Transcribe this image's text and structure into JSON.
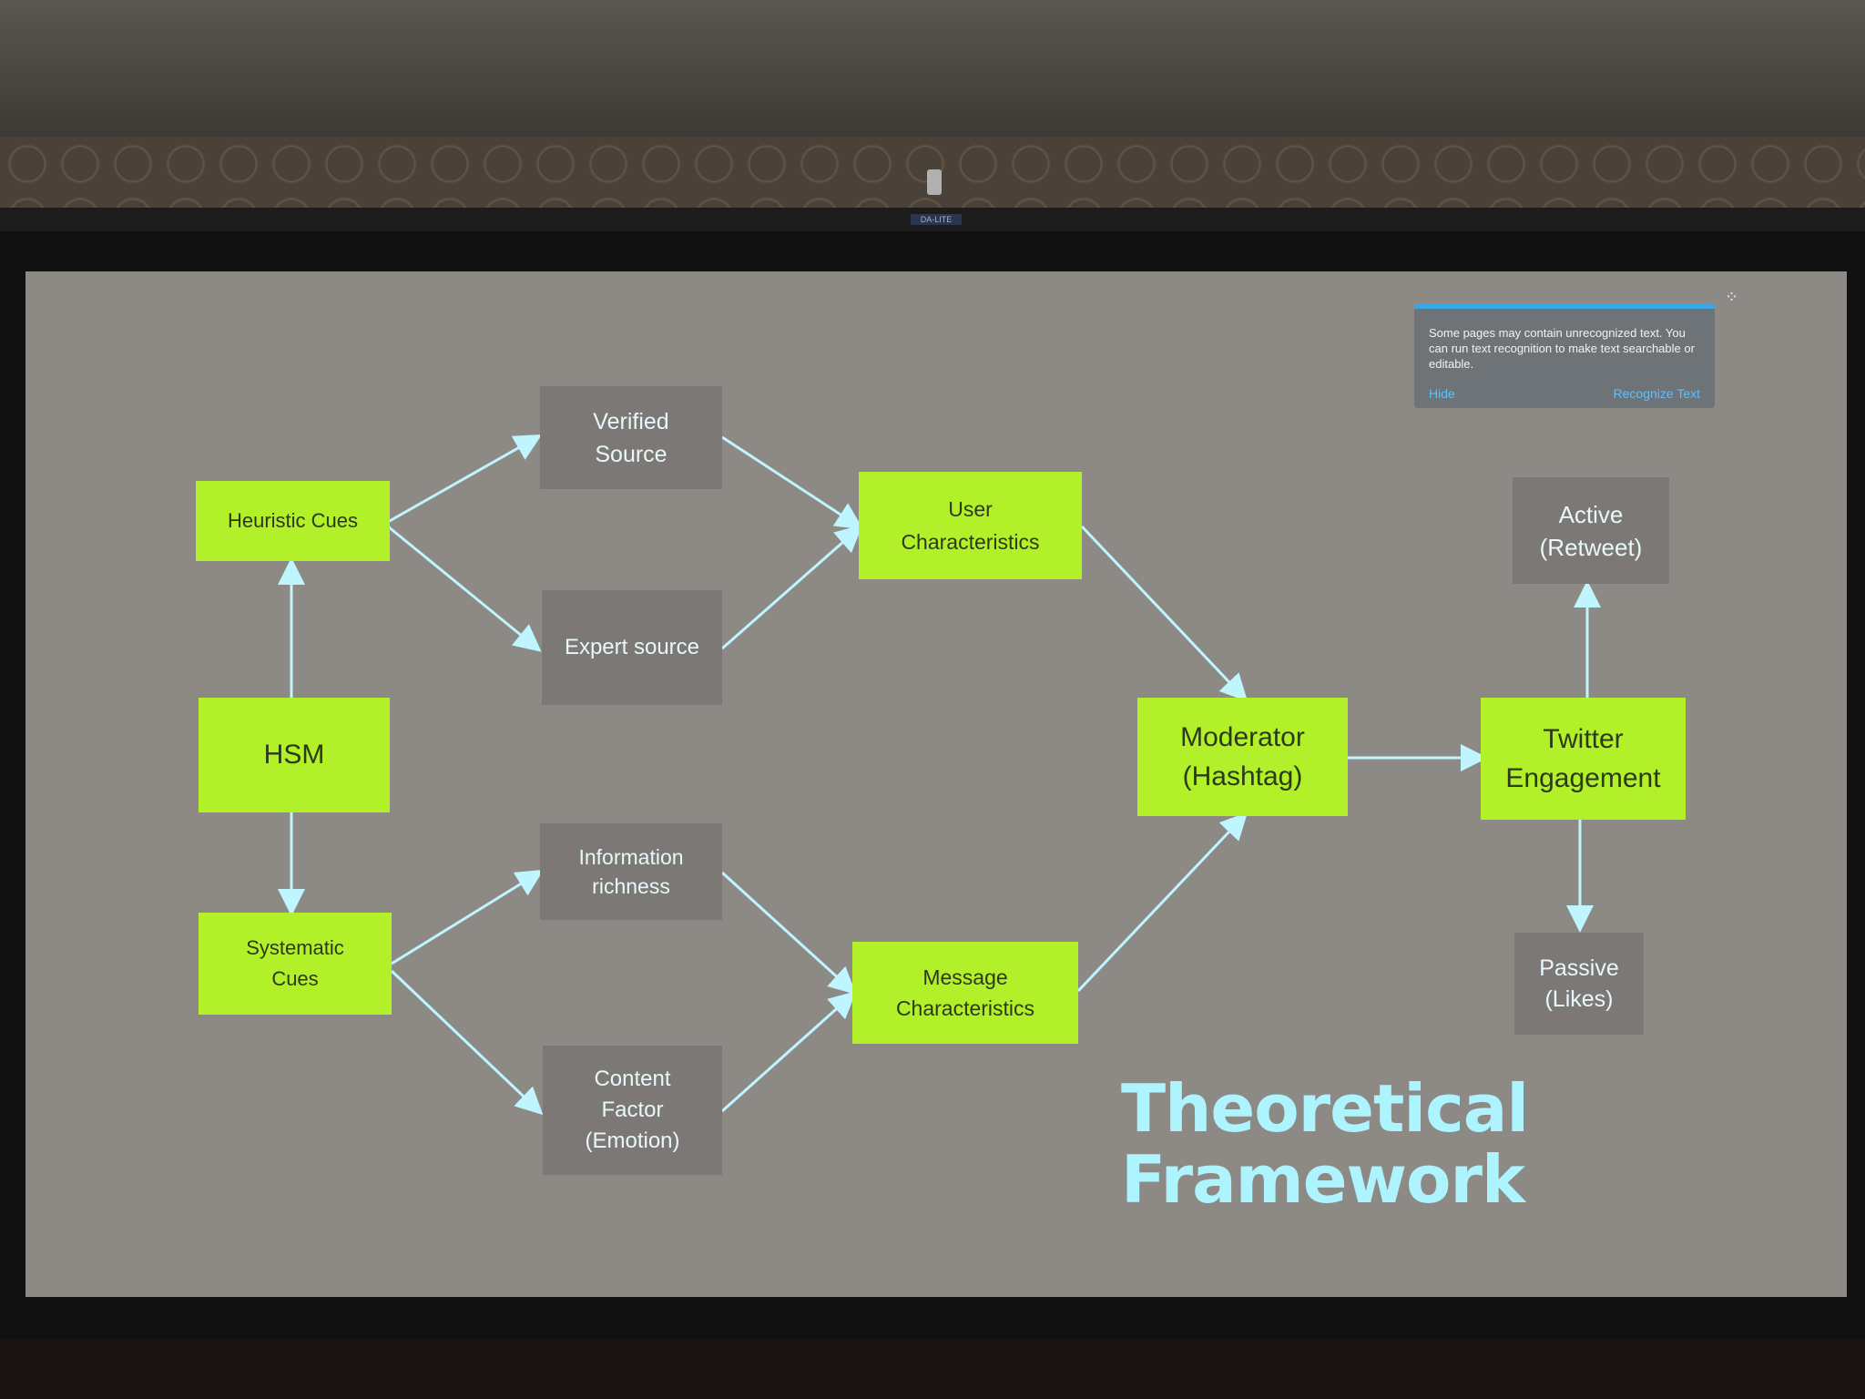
{
  "projector": {
    "brand": "DA-LITE"
  },
  "notice": {
    "message": "Some pages may contain unrecognized text. You can run text recognition to make text searchable or editable.",
    "hide_label": "Hide",
    "recognize_label": "Recognize Text"
  },
  "diagram": {
    "hsm": "HSM",
    "heuristic_cues": "Heuristic Cues",
    "systematic_cues": "Systematic\nCues",
    "verified_source": "Verified\nSource",
    "expert_source": "Expert source",
    "information_richness": "Information\nrichness",
    "content_factor": "Content\nFactor\n(Emotion)",
    "user_characteristics": "User\nCharacteristics",
    "message_characteristics": "Message\nCharacteristics",
    "moderator": "Moderator\n(Hashtag)",
    "twitter_engagement": "Twitter\nEngagement",
    "active": "Active\n(Retweet)",
    "passive": "Passive\n(Likes)"
  },
  "slide": {
    "title": "Theoretical\nFramework"
  },
  "colors": {
    "construct_box": "#b2f02a",
    "indicator_box": "#7b7875",
    "arrow": "#bff5ff",
    "title": "#aef4ff"
  }
}
